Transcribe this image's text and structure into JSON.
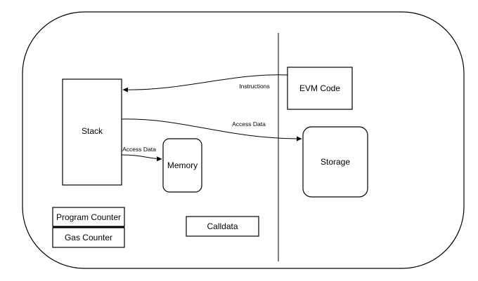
{
  "nodes": {
    "stack": {
      "label": "Stack"
    },
    "evm_code": {
      "label": "EVM Code"
    },
    "storage": {
      "label": "Storage"
    },
    "memory": {
      "label": "Memory"
    },
    "program_counter": {
      "label": "Program Counter"
    },
    "gas_counter": {
      "label": "Gas Counter"
    },
    "calldata": {
      "label": "Calldata"
    }
  },
  "edges": {
    "instructions": {
      "label": "Instructions"
    },
    "access_data_storage": {
      "label": "Access Data"
    },
    "access_data_memory": {
      "label": "Access Data"
    }
  },
  "colors": {
    "stroke": "#000000",
    "fill": "#ffffff"
  }
}
